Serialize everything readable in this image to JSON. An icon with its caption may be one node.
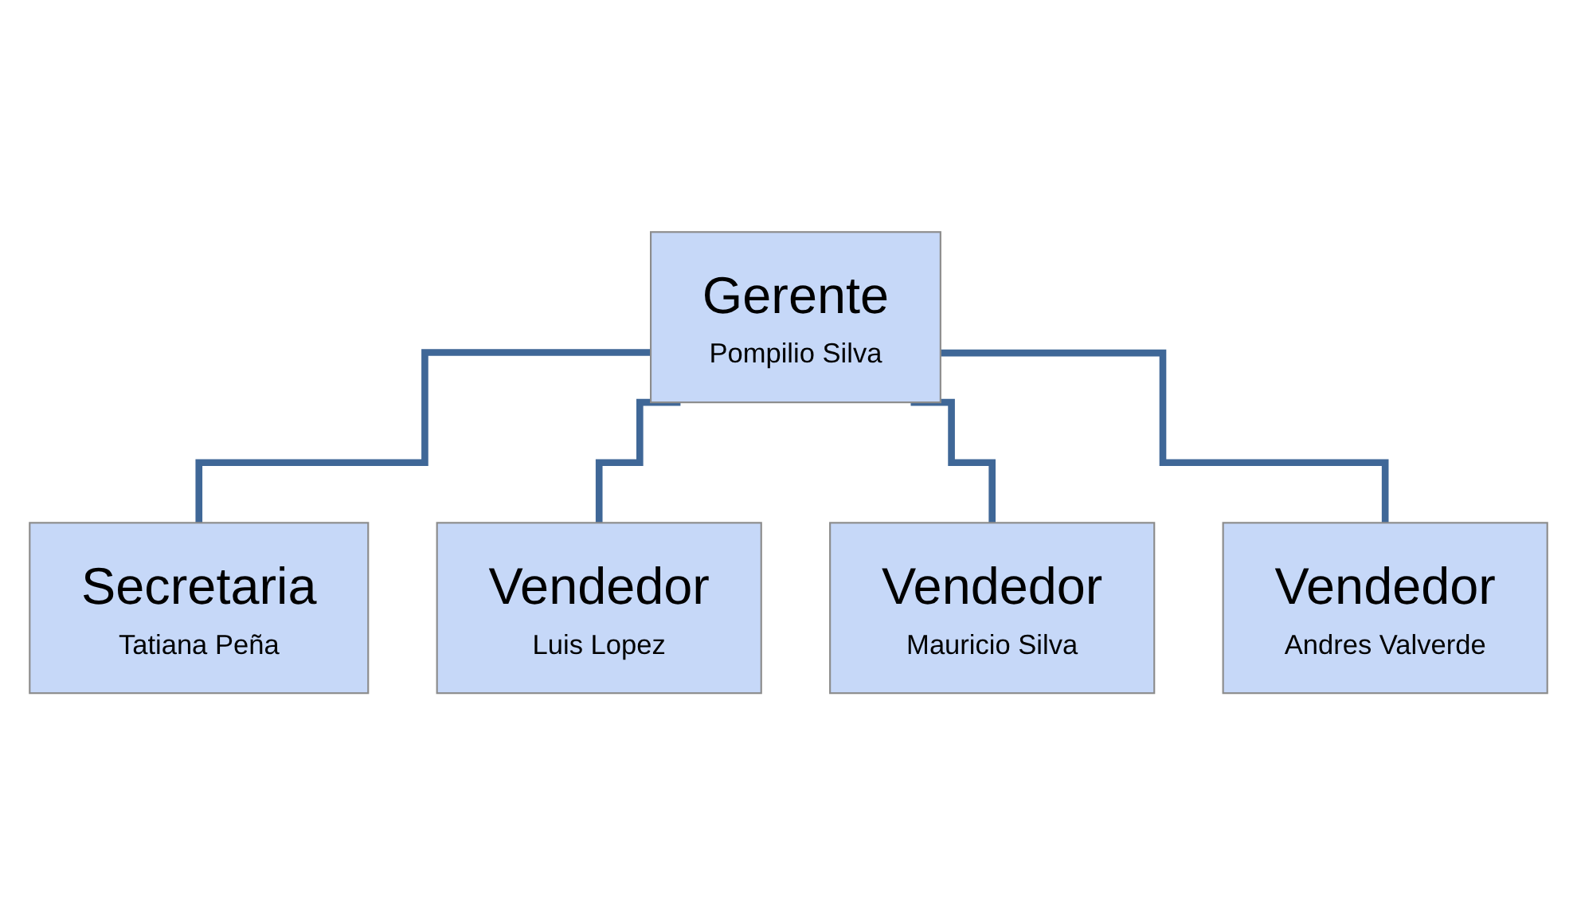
{
  "diagram": {
    "nodes": [
      {
        "text": [
          "Gerente",
          "Pompilio Silva"
        ]
      },
      {
        "text": [
          "Secretaria",
          "Tatiana Peña"
        ]
      },
      {
        "text": [
          "Vendedor",
          "Luis Lopez"
        ]
      },
      {
        "text": [
          "Vendedor",
          "Mauricio Silva"
        ]
      },
      {
        "text": [
          "Vendedor",
          "Andres Valverde"
        ]
      }
    ],
    "edges": [
      {
        "from": 0,
        "to": 1,
        "arrow": "none"
      },
      {
        "from": 0,
        "to": 2,
        "arrow": "none"
      },
      {
        "from": 0,
        "to": 3,
        "arrow": "none"
      },
      {
        "from": 0,
        "to": 4,
        "arrow": "none"
      }
    ]
  }
}
